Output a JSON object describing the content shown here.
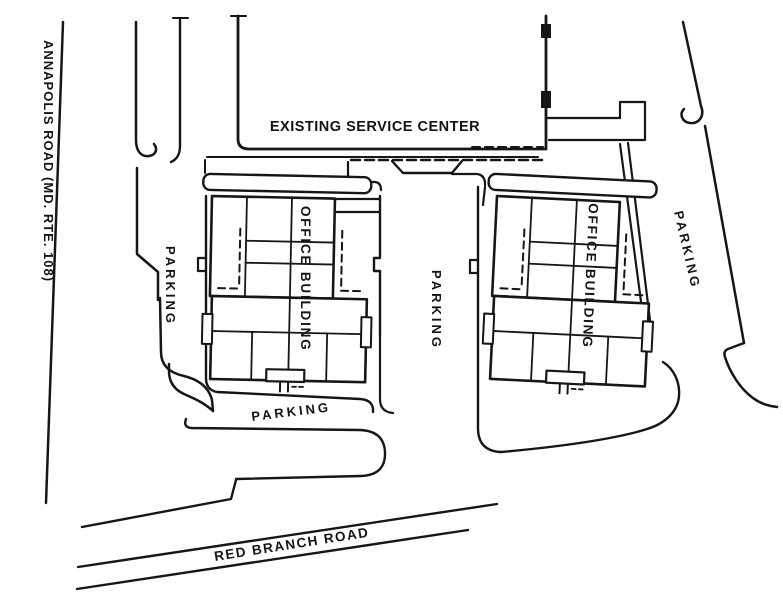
{
  "drawing": {
    "type": "site-plan",
    "background": "#ffffff",
    "ink_color": "#161616"
  },
  "labels": {
    "annapolis_road": "ANNAPOLIS ROAD (MD. RTE. 108)",
    "existing_service_center": "EXISTING SERVICE CENTER",
    "office_building_west": "OFFICE BUILDING",
    "office_building_east": "OFFICE BUILDING",
    "parking_west": "PARKING",
    "parking_center": "PARKING",
    "parking_east": "PARKING",
    "parking_south": "PARKING",
    "red_branch_road": "RED BRANCH ROAD"
  }
}
